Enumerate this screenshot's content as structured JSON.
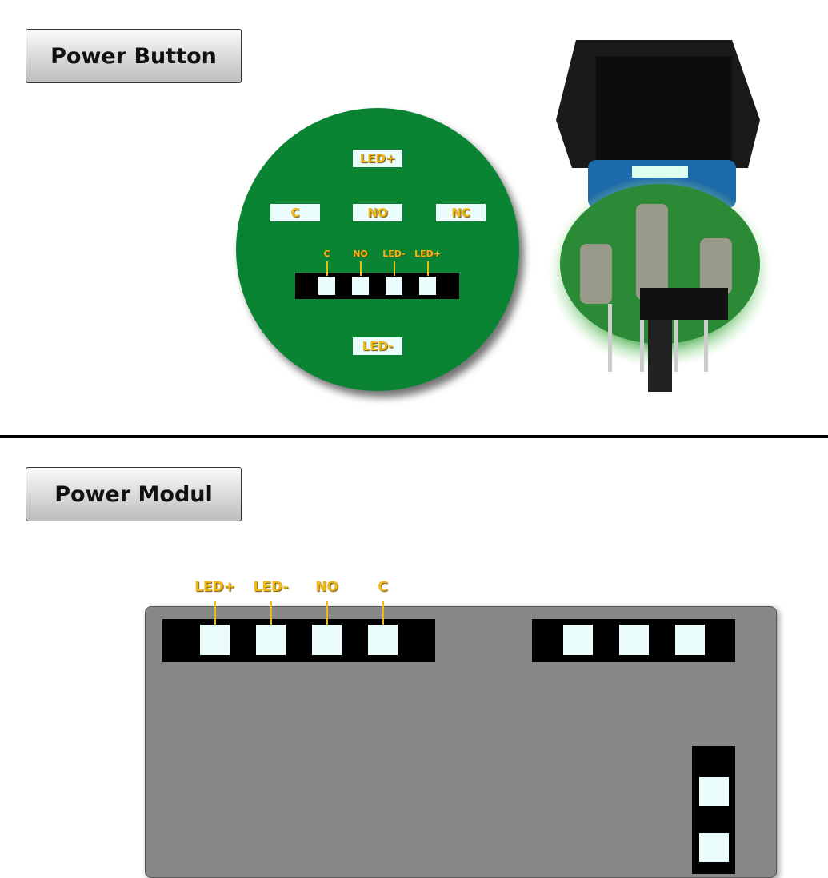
{
  "button_section": {
    "title": "Power Button",
    "pcb_labels": {
      "top": "LED+",
      "left": "C",
      "center": "NO",
      "right": "NC",
      "bottom": "LED-"
    },
    "connector_pins": [
      "C",
      "NO",
      "LED-",
      "LED+"
    ]
  },
  "module_section": {
    "title": "Power Modul",
    "connector_pins": [
      "LED+",
      "LED-",
      "NO",
      "C"
    ]
  },
  "colors": {
    "pcb": "#0a8432",
    "label": "#f2b818",
    "module": "#888888",
    "pin": "#eafcfb"
  }
}
